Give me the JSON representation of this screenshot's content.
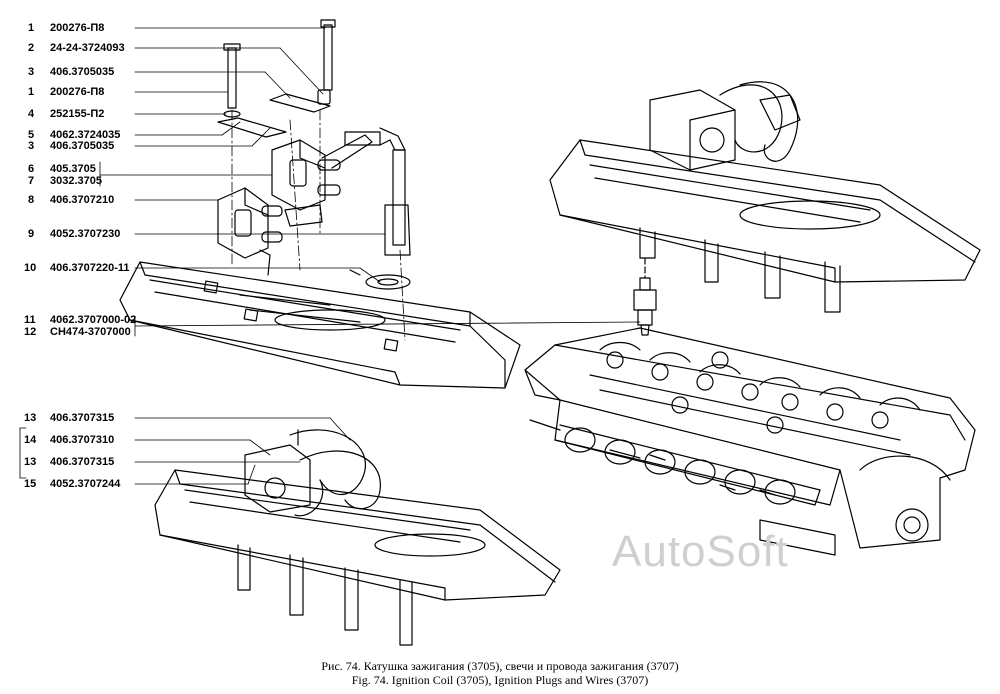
{
  "callouts": [
    {
      "no": "1",
      "code": "200276-П8"
    },
    {
      "no": "2",
      "code": "24-24-3724093"
    },
    {
      "no": "3",
      "code": "406.3705035"
    },
    {
      "no": "1",
      "code": "200276-П8"
    },
    {
      "no": "4",
      "code": "252155-П2"
    },
    {
      "no": "5",
      "code": "4062.3724035"
    },
    {
      "no": "3",
      "code": "406.3705035"
    },
    {
      "no": "6",
      "code": "405.3705"
    },
    {
      "no": "7",
      "code": "3032.3705"
    },
    {
      "no": "8",
      "code": "406.3707210"
    },
    {
      "no": "9",
      "code": "4052.3707230"
    },
    {
      "no": "10",
      "code": "406.3707220-11"
    },
    {
      "no": "11",
      "code": "4062.3707000-02"
    },
    {
      "no": "12",
      "code": "СН474-3707000"
    },
    {
      "no": "13",
      "code": "406.3707315"
    },
    {
      "no": "14",
      "code": "406.3707310"
    },
    {
      "no": "13",
      "code": "406.3707315"
    },
    {
      "no": "15",
      "code": "4052.3707244"
    }
  ],
  "caption": {
    "ru": "Рис. 74. Катушка зажигания (3705), свечи и провода зажигания (3707)",
    "en": "Fig. 74. Ignition Coil (3705), Ignition Plugs and Wires (3707)"
  },
  "watermark": "AutoSoft"
}
